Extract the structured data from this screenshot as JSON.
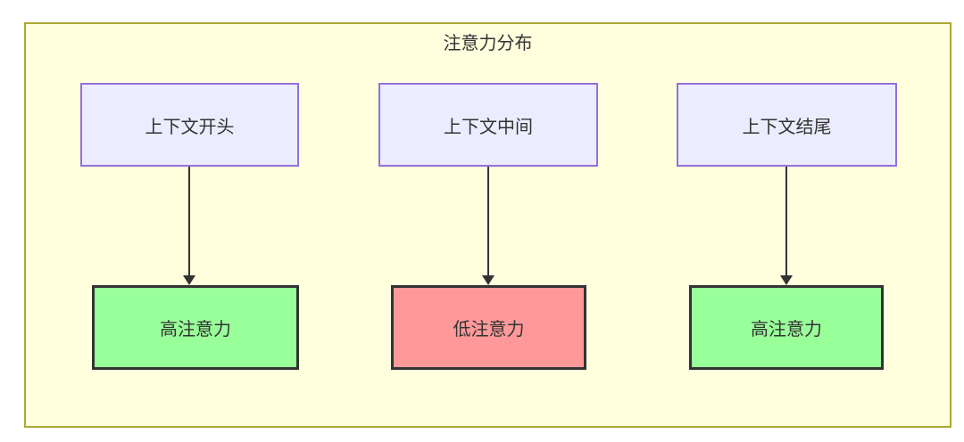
{
  "diagram": {
    "title": "注意力分布",
    "top_nodes": [
      {
        "id": "context-start",
        "label": "上下文开头"
      },
      {
        "id": "context-middle",
        "label": "上下文中间"
      },
      {
        "id": "context-end",
        "label": "上下文结尾"
      }
    ],
    "bottom_nodes": [
      {
        "id": "attention-high-left",
        "label": "高注意力",
        "level": "high"
      },
      {
        "id": "attention-low-middle",
        "label": "低注意力",
        "level": "low"
      },
      {
        "id": "attention-high-right",
        "label": "高注意力",
        "level": "high"
      }
    ],
    "edges": [
      {
        "from": "上下文开头",
        "to": "高注意力"
      },
      {
        "from": "上下文中间",
        "to": "低注意力"
      },
      {
        "from": "上下文结尾",
        "to": "高注意力"
      }
    ],
    "colors": {
      "container_bg": "#ffffde",
      "container_border": "#aaaa33",
      "node_bg": "#ececff",
      "node_border": "#9370db",
      "high_bg": "#99ff99",
      "low_bg": "#ff9999",
      "result_border": "#333333",
      "arrow": "#333333",
      "text": "#333333"
    }
  }
}
